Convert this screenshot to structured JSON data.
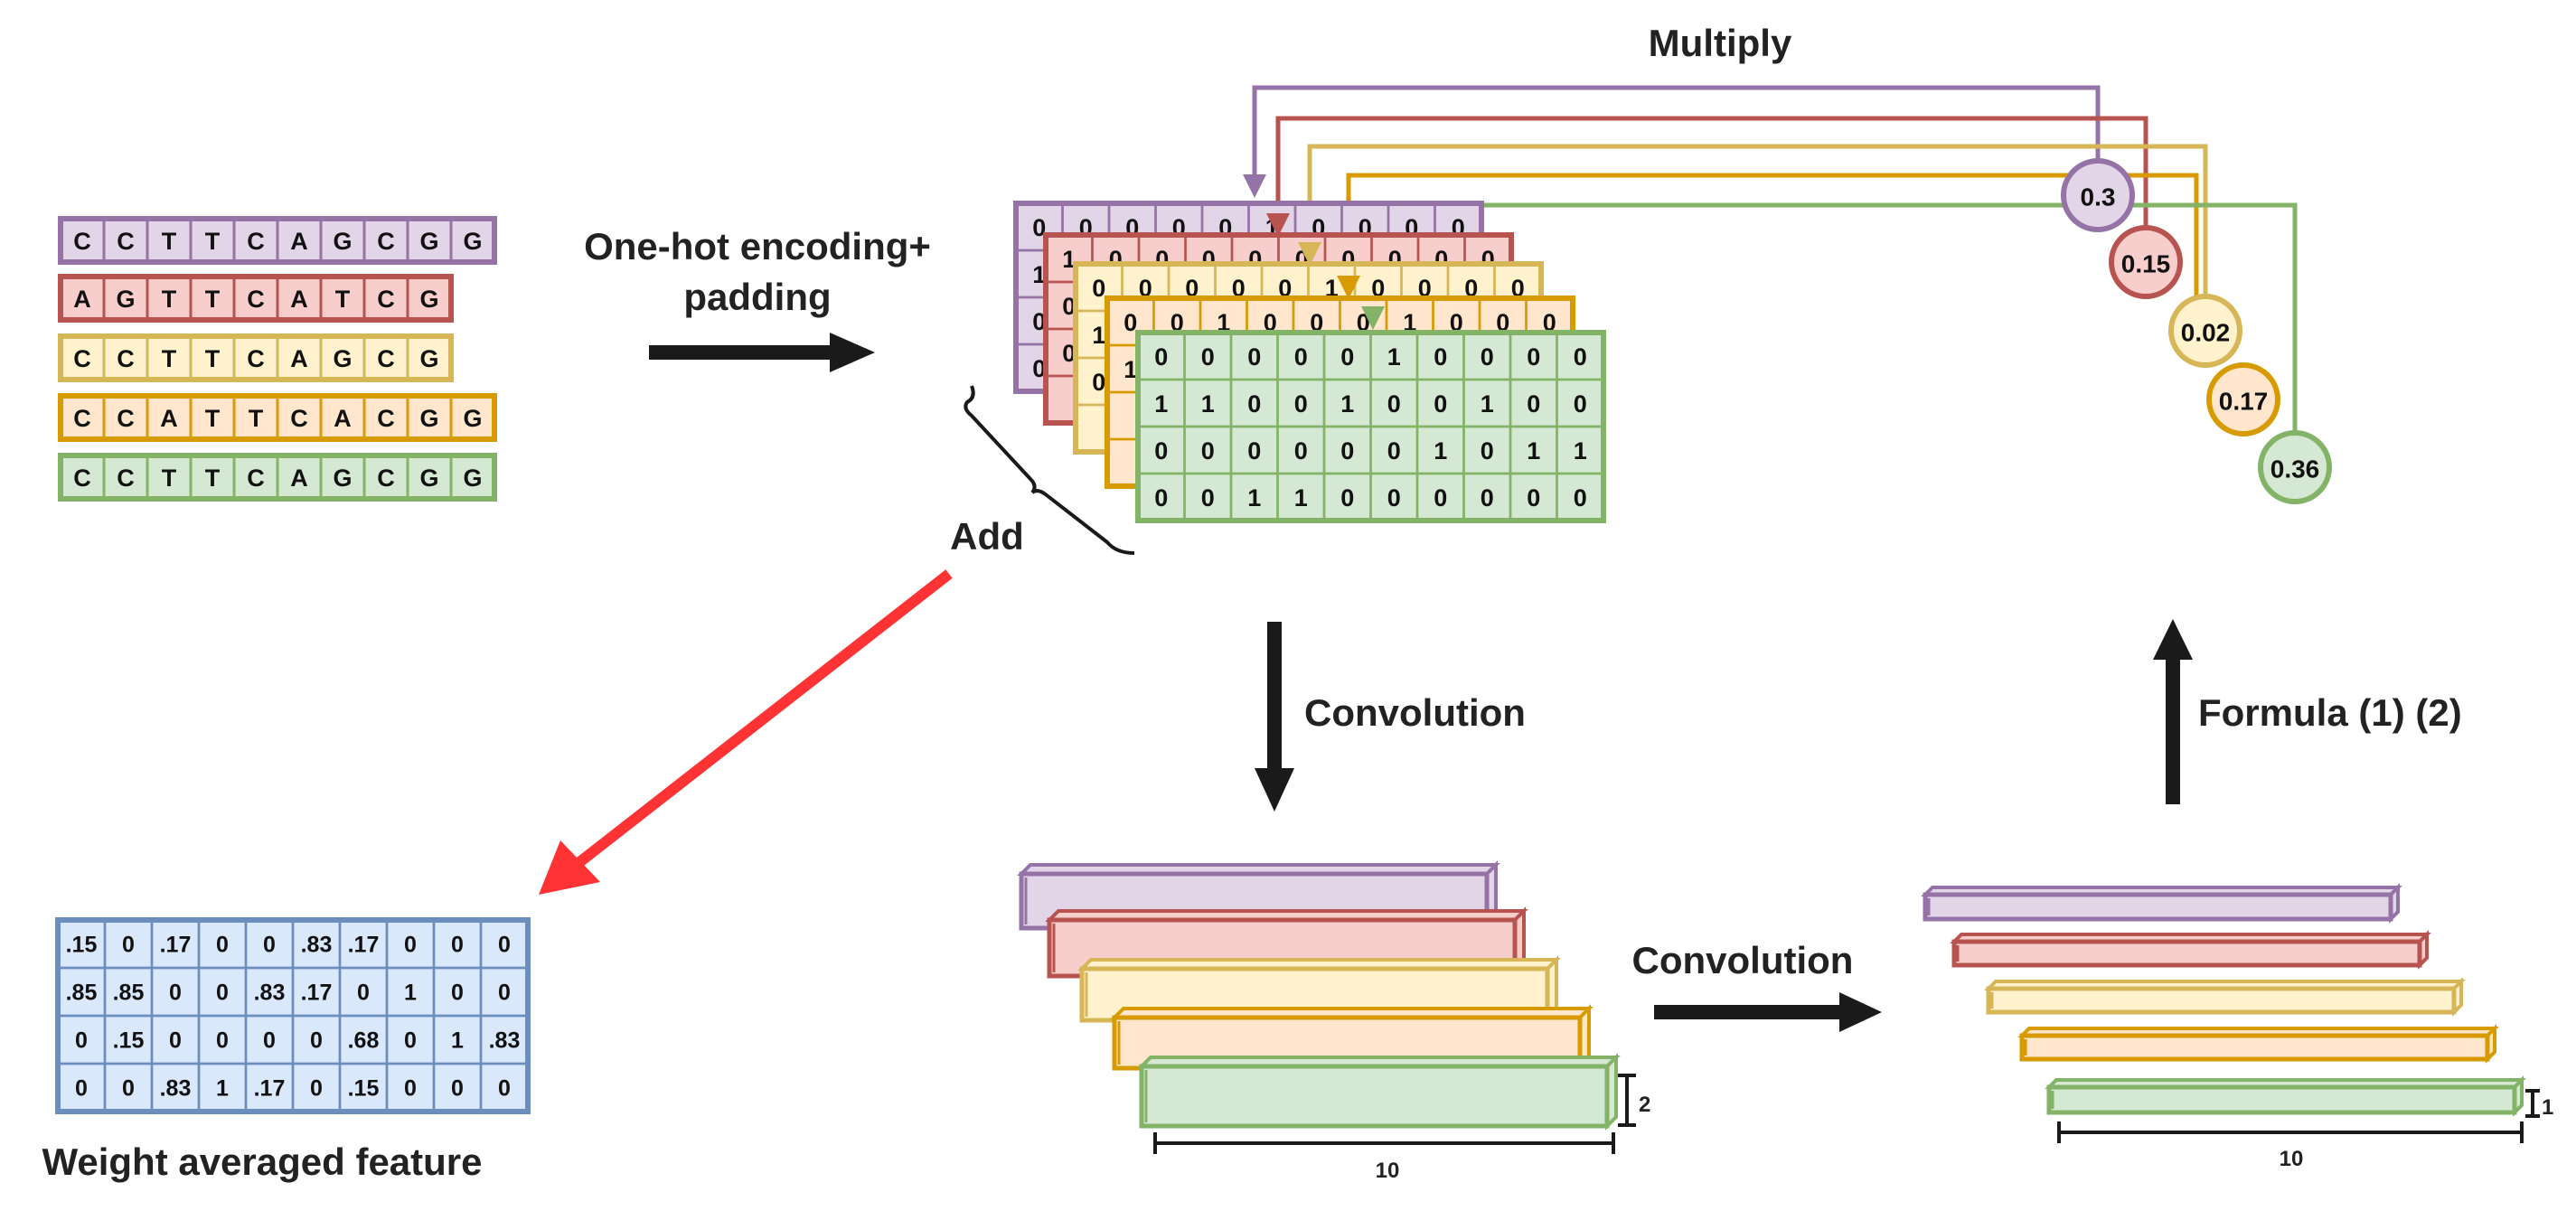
{
  "labels": {
    "multiply": "Multiply",
    "encode_line1": "One-hot encoding+",
    "encode_line2": "padding",
    "add": "Add",
    "convolution_down": "Convolution",
    "convolution_right": "Convolution",
    "formula": "Formula (1) (2)",
    "weighted_title": "Weight averaged feature",
    "dim_width_1": "10",
    "dim_height_1": "2",
    "dim_width_2": "10",
    "dim_height_2": "1"
  },
  "colors": {
    "purple": {
      "stroke": "#9673a6",
      "fill": "#e1d5e7"
    },
    "red": {
      "stroke": "#b85450",
      "fill": "#f8cecc"
    },
    "yellow": {
      "stroke": "#d6b656",
      "fill": "#fff2cc"
    },
    "orange": {
      "stroke": "#d79b00",
      "fill": "#ffe6cc"
    },
    "green": {
      "stroke": "#82b366",
      "fill": "#d5e8d4"
    },
    "blue": {
      "stroke": "#6c8ebf",
      "fill": "#dae8fc"
    },
    "arrow_dark": "#1a1a1a",
    "arrow_red": "#ff3333"
  },
  "sequences": [
    {
      "color": "purple",
      "bases": [
        "C",
        "C",
        "T",
        "T",
        "C",
        "A",
        "G",
        "C",
        "G",
        "G"
      ]
    },
    {
      "color": "red",
      "bases": [
        "A",
        "G",
        "T",
        "T",
        "C",
        "A",
        "T",
        "C",
        "G"
      ]
    },
    {
      "color": "yellow",
      "bases": [
        "C",
        "C",
        "T",
        "T",
        "C",
        "A",
        "G",
        "C",
        "G"
      ]
    },
    {
      "color": "orange",
      "bases": [
        "C",
        "C",
        "A",
        "T",
        "T",
        "C",
        "A",
        "C",
        "G",
        "G"
      ]
    },
    {
      "color": "green",
      "bases": [
        "C",
        "C",
        "T",
        "T",
        "C",
        "A",
        "G",
        "C",
        "G",
        "G"
      ]
    }
  ],
  "onehot_layers": [
    {
      "color": "purple",
      "visible_rows": [
        [
          "0",
          "0",
          "0",
          "0",
          "0",
          "1",
          "0",
          "0",
          "0",
          "0"
        ],
        [
          "1"
        ],
        [
          "0"
        ],
        [
          "0"
        ]
      ]
    },
    {
      "color": "red",
      "visible_rows": [
        [
          "1",
          "0",
          "0",
          "0",
          "0",
          "0",
          "0",
          "0",
          "0",
          "0"
        ],
        [
          "0"
        ],
        [
          "0"
        ]
      ]
    },
    {
      "color": "yellow",
      "visible_rows": [
        [
          "0",
          "0",
          "0",
          "0",
          "0",
          "1",
          "0",
          "0",
          "0",
          "0"
        ],
        [
          "1"
        ],
        [
          "0"
        ]
      ]
    },
    {
      "color": "orange",
      "visible_rows": [
        [
          "0",
          "0",
          "1",
          "0",
          "0",
          "0",
          "1",
          "0",
          "0",
          "0"
        ],
        [
          "1"
        ]
      ]
    },
    {
      "color": "green",
      "rows": [
        [
          "0",
          "0",
          "0",
          "0",
          "0",
          "1",
          "0",
          "0",
          "0",
          "0"
        ],
        [
          "1",
          "1",
          "0",
          "0",
          "1",
          "0",
          "0",
          "1",
          "0",
          "0"
        ],
        [
          "0",
          "0",
          "0",
          "0",
          "0",
          "0",
          "1",
          "0",
          "1",
          "1"
        ],
        [
          "0",
          "0",
          "1",
          "1",
          "0",
          "0",
          "0",
          "0",
          "0",
          "0"
        ]
      ]
    }
  ],
  "weights": [
    {
      "color": "purple",
      "value": "0.3"
    },
    {
      "color": "red",
      "value": "0.15"
    },
    {
      "color": "yellow",
      "value": "0.02"
    },
    {
      "color": "orange",
      "value": "0.17"
    },
    {
      "color": "green",
      "value": "0.36"
    }
  ],
  "weighted_feature": [
    [
      ".15",
      "0",
      ".17",
      "0",
      "0",
      ".83",
      ".17",
      "0",
      "0",
      "0"
    ],
    [
      ".85",
      ".85",
      "0",
      "0",
      ".83",
      ".17",
      "0",
      "1",
      "0",
      "0"
    ],
    [
      "0",
      ".15",
      "0",
      "0",
      "0",
      "0",
      ".68",
      "0",
      "1",
      ".83"
    ],
    [
      "0",
      "0",
      ".83",
      "1",
      ".17",
      "0",
      ".15",
      "0",
      "0",
      "0"
    ]
  ]
}
